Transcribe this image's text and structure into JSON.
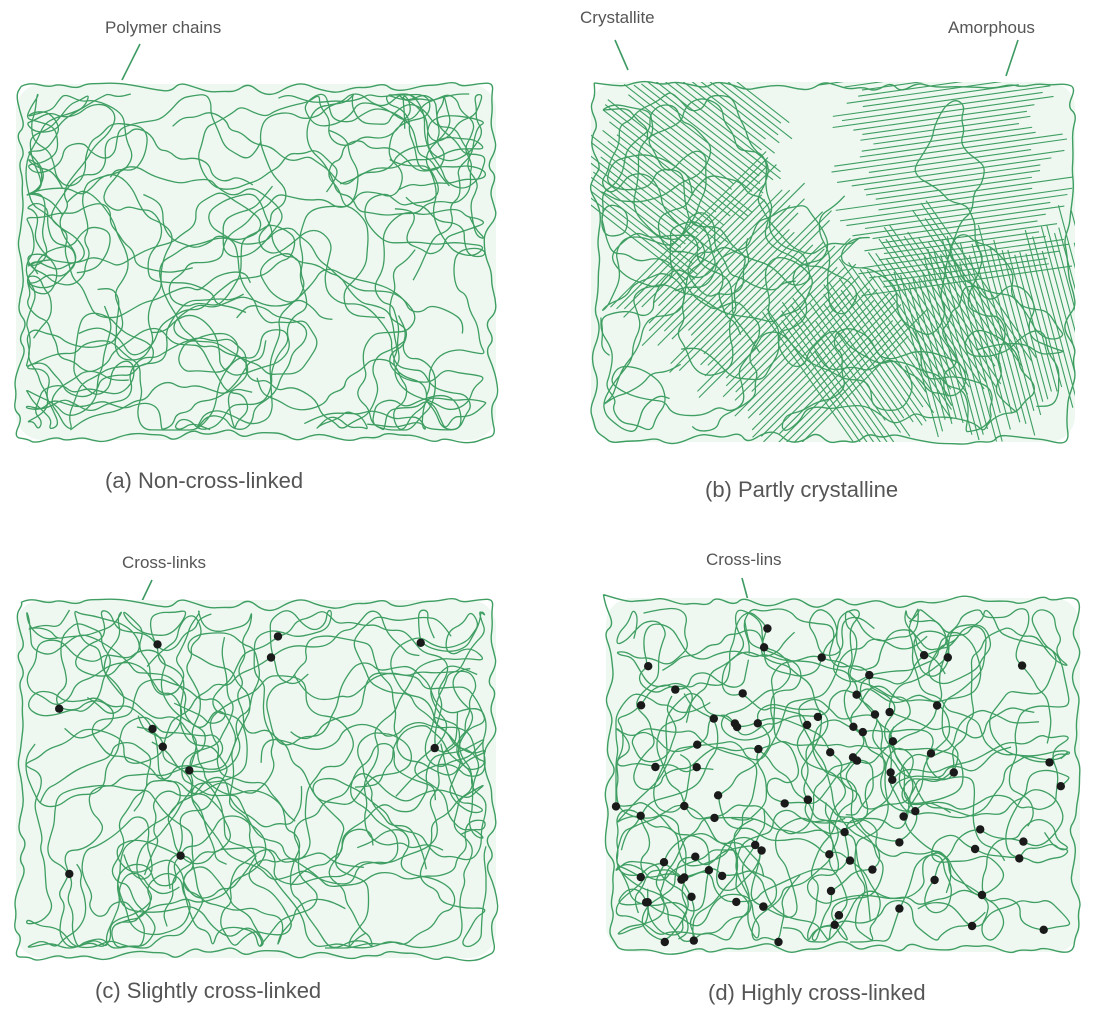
{
  "panels": {
    "a": {
      "caption": "(a) Non-cross-linked",
      "callout": "Polymer chains",
      "crosslinks": 0
    },
    "b": {
      "caption": "(b) Partly crystalline",
      "callout_crystallite": "Crystallite",
      "callout_amorphous": "Amorphous"
    },
    "c": {
      "caption": "(c) Slightly cross-linked",
      "callout": "Cross-links",
      "crosslinks": 11
    },
    "d": {
      "caption": "(d) Highly cross-linked",
      "callout": "Cross-lins",
      "crosslinks": 85
    }
  },
  "colors": {
    "chain": "#3f9e62",
    "chain_fill": "#eef8f1",
    "crosslink": "#1a1a1a"
  }
}
